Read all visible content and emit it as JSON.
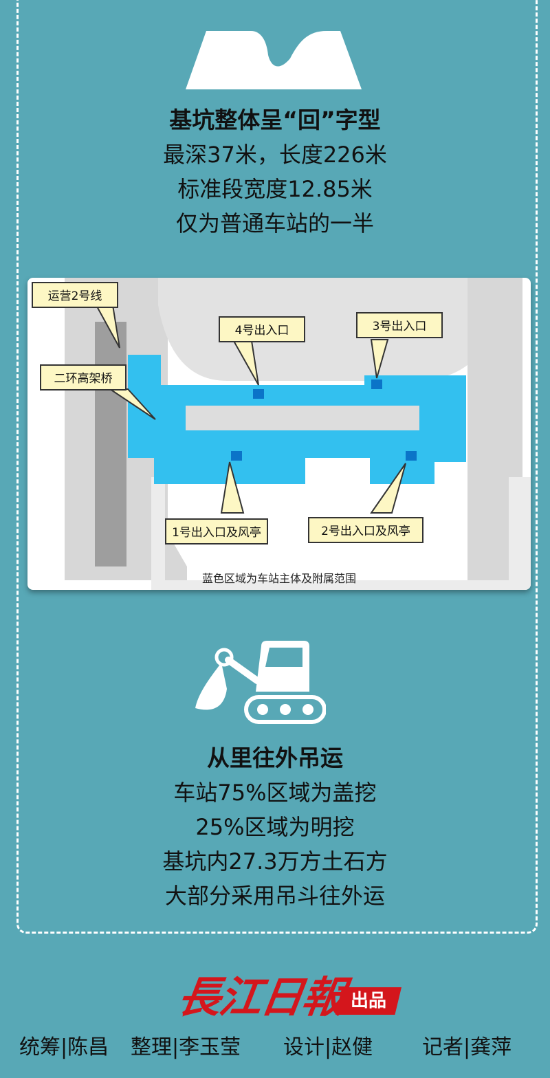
{
  "section1": {
    "heading": "基坑整体呈“回”字型",
    "lines": [
      "最深37米，长度226米",
      "标准段宽度12.85米",
      "仅为普通车站的一半"
    ]
  },
  "map": {
    "labels": {
      "line2": "运营2号线",
      "bridge": "二环高架桥",
      "exit4": "4号出入口",
      "exit3": "3号出入口",
      "exit1": "1号出入口及风亭",
      "exit2": "2号出入口及风亭"
    },
    "caption": "蓝色区域为车站主体及附属范围",
    "colors": {
      "station": "#33c0ef",
      "exit": "#0b74c8",
      "road": "#d4d4d4",
      "bridge": "#9e9e9e",
      "callout": "#fdf7c4"
    }
  },
  "section2": {
    "heading": "从里往外吊运",
    "lines": [
      "车站75%区域为盖挖",
      "25%区域为明挖",
      "基坑内27.3万方土石方",
      "大部分采用吊斗往外运"
    ]
  },
  "brand": {
    "logo_text": "長江日報",
    "tag": "出品"
  },
  "credits": [
    "统筹|陈昌",
    "整理|李玉莹",
    "设计|赵健",
    "记者|龚萍"
  ],
  "icons": [
    "pit-icon",
    "excavator-icon"
  ],
  "colors": {
    "background": "#58a8b6",
    "brand_red": "#d4161c",
    "text": "#111111"
  }
}
